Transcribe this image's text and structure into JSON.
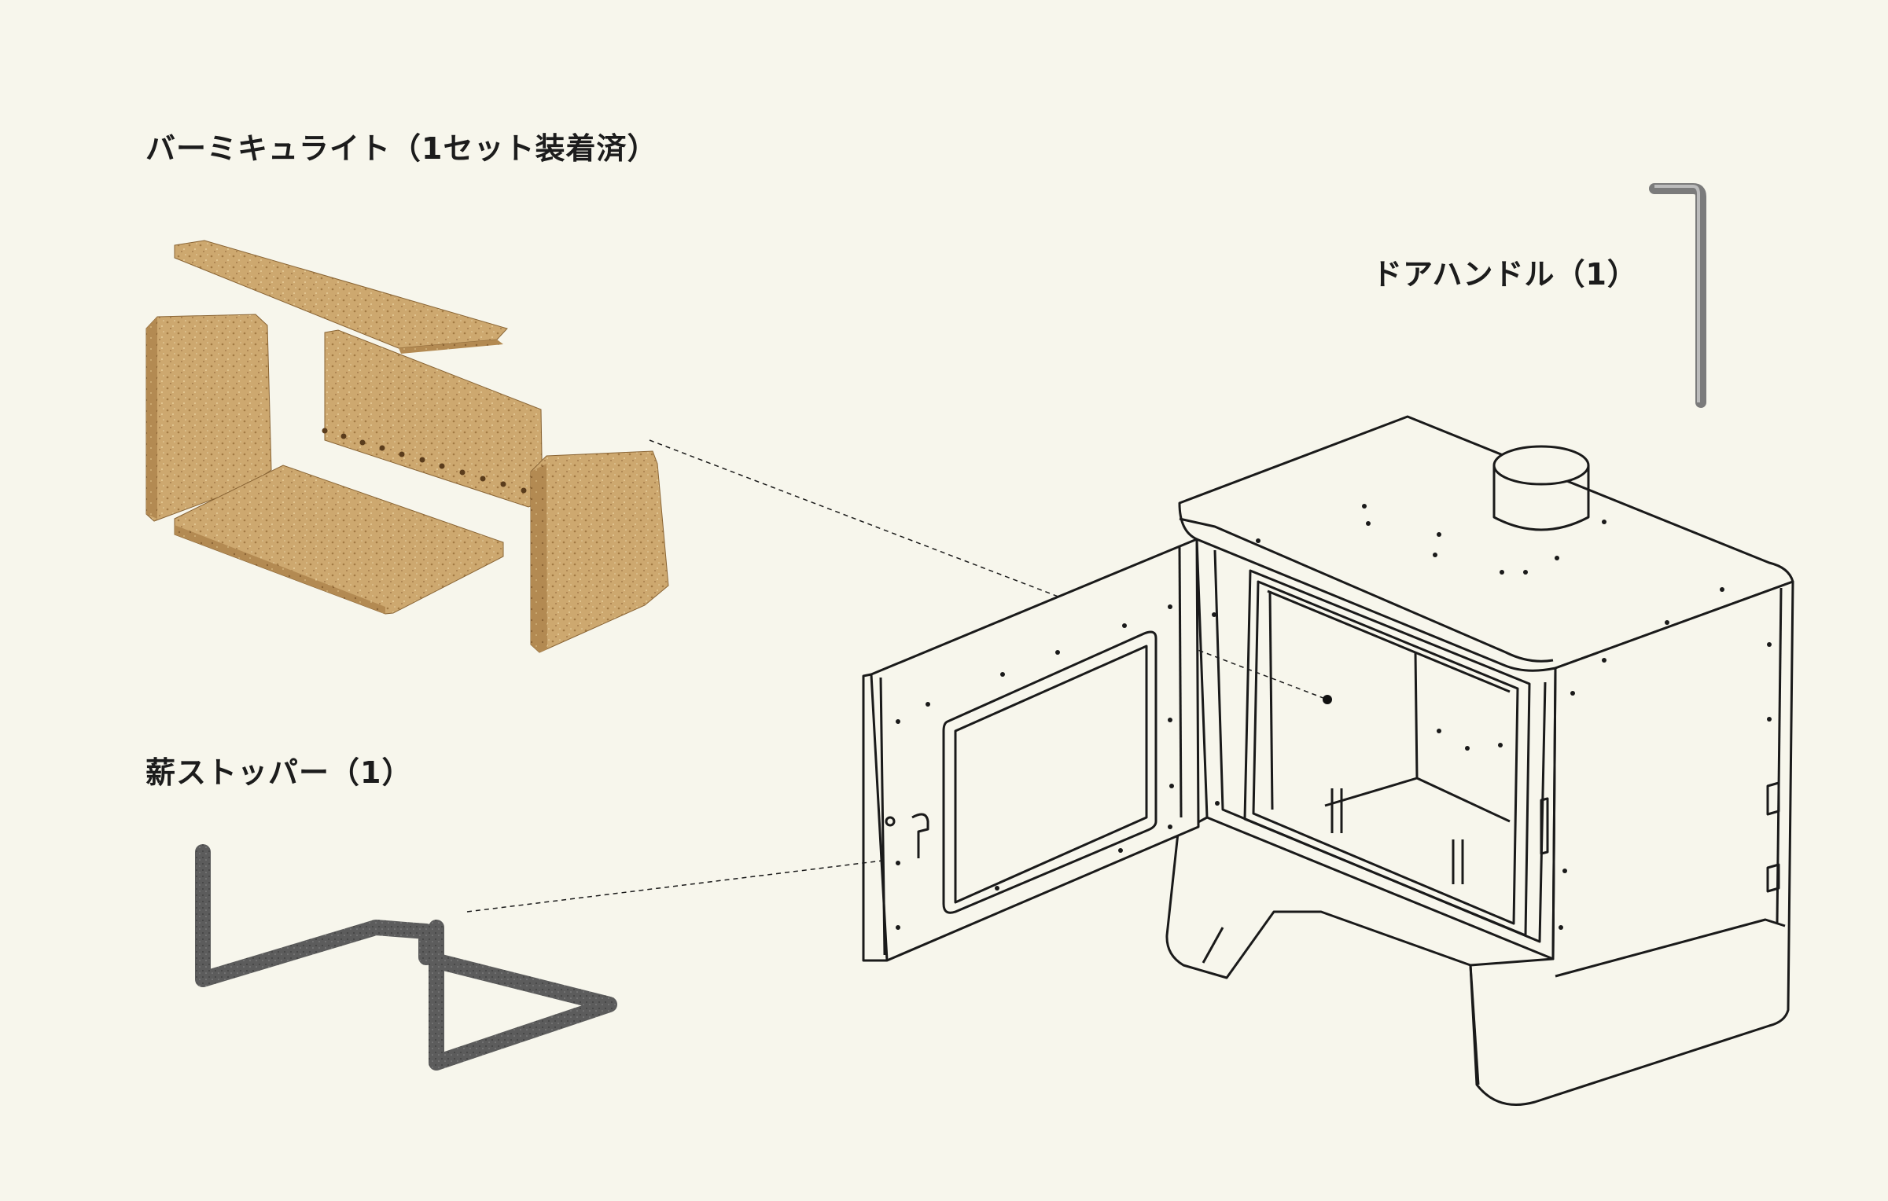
{
  "labels": {
    "vermiculite": "バーミキュライト（1セット装着済）",
    "door_handle": "ドアハンドル（1）",
    "log_stopper": "薪ストッパー（1）"
  },
  "colors": {
    "background": "#f7f6ec",
    "vermiculite": "#c9a46a",
    "stopper": "#5a5a5a",
    "outline": "#1a1a1a"
  }
}
